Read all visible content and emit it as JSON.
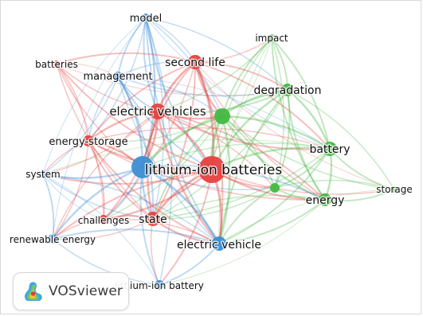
{
  "app": {
    "brand_logo_text": "VOSviewer"
  },
  "colors": {
    "background": "#ffffff",
    "red_cluster": "#e6413f",
    "green_cluster": "#45b842",
    "blue_cluster": "#3c8fd4"
  },
  "network": {
    "clusters": [
      {
        "id": "red",
        "color": "#e6413f"
      },
      {
        "id": "green",
        "color": "#45b842"
      },
      {
        "id": "blue",
        "color": "#3c8fd4"
      }
    ],
    "nodes": [
      {
        "id": "model",
        "label": "model",
        "cluster": "blue",
        "weight": 1
      },
      {
        "id": "batteries",
        "label": "batteries",
        "cluster": "red",
        "weight": 1
      },
      {
        "id": "management",
        "label": "management",
        "cluster": "blue",
        "weight": 1
      },
      {
        "id": "second_life",
        "label": "second life",
        "cluster": "red",
        "weight": 3
      },
      {
        "id": "impact",
        "label": "impact",
        "cluster": "green",
        "weight": 1
      },
      {
        "id": "degradation",
        "label": "degradation",
        "cluster": "green",
        "weight": 2
      },
      {
        "id": "electric_vehicles",
        "label": "electric vehicles",
        "cluster": "red",
        "weight": 3
      },
      {
        "id": "green_hub",
        "label": "",
        "cluster": "green",
        "weight": 3
      },
      {
        "id": "energy_storage",
        "label": "energy-storage",
        "cluster": "red",
        "weight": 1
      },
      {
        "id": "battery",
        "label": "battery",
        "cluster": "green",
        "weight": 2
      },
      {
        "id": "lithium_ion_batteries",
        "label": "lithium-ion batteries",
        "cluster": "red",
        "weight": 5
      },
      {
        "id": "blue_hub",
        "label": "",
        "cluster": "blue",
        "weight": 4
      },
      {
        "id": "system",
        "label": "system",
        "cluster": "blue",
        "weight": 1
      },
      {
        "id": "green_small",
        "label": "",
        "cluster": "green",
        "weight": 1
      },
      {
        "id": "storage",
        "label": "storage",
        "cluster": "green",
        "weight": 1
      },
      {
        "id": "energy",
        "label": "energy",
        "cluster": "green",
        "weight": 2
      },
      {
        "id": "challenges",
        "label": "challenges",
        "cluster": "red",
        "weight": 1
      },
      {
        "id": "state",
        "label": "state",
        "cluster": "red",
        "weight": 2
      },
      {
        "id": "renewable_energy",
        "label": "renewable energy",
        "cluster": "blue",
        "weight": 1
      },
      {
        "id": "electric_vehicle",
        "label": "electric vehicle",
        "cluster": "blue",
        "weight": 2
      },
      {
        "id": "lithium_ion_battery",
        "label": "lithium-ion battery",
        "cluster": "blue",
        "weight": 1
      }
    ],
    "links": [
      {
        "from": "model",
        "to": "management",
        "strength": 3
      },
      {
        "from": "model",
        "to": "blue_hub",
        "strength": 4
      },
      {
        "from": "model",
        "to": "electric_vehicles",
        "strength": 3
      },
      {
        "from": "model",
        "to": "second_life",
        "strength": 2
      },
      {
        "from": "model",
        "to": "lithium_ion_batteries",
        "strength": 3
      },
      {
        "from": "model",
        "to": "state",
        "strength": 2
      },
      {
        "from": "model",
        "to": "electric_vehicle",
        "strength": 3
      },
      {
        "from": "model",
        "to": "energy_storage",
        "strength": 2
      },
      {
        "from": "model",
        "to": "system",
        "strength": 1
      },
      {
        "from": "model",
        "to": "green_hub",
        "strength": 2
      },
      {
        "from": "model",
        "to": "battery",
        "strength": 1
      },
      {
        "from": "model",
        "to": "degradation",
        "strength": 2
      },
      {
        "from": "model",
        "to": "renewable_energy",
        "strength": 1
      },
      {
        "from": "model",
        "to": "lithium_ion_battery",
        "strength": 2
      },
      {
        "from": "batteries",
        "to": "electric_vehicles",
        "strength": 2
      },
      {
        "from": "batteries",
        "to": "second_life",
        "strength": 3
      },
      {
        "from": "batteries",
        "to": "lithium_ion_batteries",
        "strength": 3
      },
      {
        "from": "batteries",
        "to": "energy_storage",
        "strength": 2
      },
      {
        "from": "batteries",
        "to": "state",
        "strength": 2
      },
      {
        "from": "batteries",
        "to": "challenges",
        "strength": 1
      },
      {
        "from": "batteries",
        "to": "blue_hub",
        "strength": 2
      },
      {
        "from": "batteries",
        "to": "management",
        "strength": 1
      },
      {
        "from": "batteries",
        "to": "degradation",
        "strength": 1
      },
      {
        "from": "management",
        "to": "blue_hub",
        "strength": 4
      },
      {
        "from": "management",
        "to": "electric_vehicles",
        "strength": 3
      },
      {
        "from": "management",
        "to": "second_life",
        "strength": 2
      },
      {
        "from": "management",
        "to": "lithium_ion_batteries",
        "strength": 3
      },
      {
        "from": "management",
        "to": "state",
        "strength": 3
      },
      {
        "from": "management",
        "to": "electric_vehicle",
        "strength": 2
      },
      {
        "from": "management",
        "to": "system",
        "strength": 2
      },
      {
        "from": "management",
        "to": "energy_storage",
        "strength": 2
      },
      {
        "from": "management",
        "to": "green_hub",
        "strength": 2
      },
      {
        "from": "management",
        "to": "degradation",
        "strength": 2
      },
      {
        "from": "management",
        "to": "battery",
        "strength": 1
      },
      {
        "from": "second_life",
        "to": "electric_vehicles",
        "strength": 5
      },
      {
        "from": "second_life",
        "to": "lithium_ion_batteries",
        "strength": 5
      },
      {
        "from": "second_life",
        "to": "green_hub",
        "strength": 4
      },
      {
        "from": "second_life",
        "to": "degradation",
        "strength": 3
      },
      {
        "from": "second_life",
        "to": "impact",
        "strength": 2
      },
      {
        "from": "second_life",
        "to": "battery",
        "strength": 3
      },
      {
        "from": "second_life",
        "to": "energy",
        "strength": 2
      },
      {
        "from": "second_life",
        "to": "state",
        "strength": 3
      },
      {
        "from": "second_life",
        "to": "energy_storage",
        "strength": 3
      },
      {
        "from": "second_life",
        "to": "challenges",
        "strength": 2
      },
      {
        "from": "second_life",
        "to": "blue_hub",
        "strength": 3
      },
      {
        "from": "second_life",
        "to": "electric_vehicle",
        "strength": 3
      },
      {
        "from": "second_life",
        "to": "storage",
        "strength": 1
      },
      {
        "from": "impact",
        "to": "degradation",
        "strength": 3
      },
      {
        "from": "impact",
        "to": "green_hub",
        "strength": 3
      },
      {
        "from": "impact",
        "to": "battery",
        "strength": 3
      },
      {
        "from": "impact",
        "to": "energy",
        "strength": 3
      },
      {
        "from": "impact",
        "to": "electric_vehicles",
        "strength": 2
      },
      {
        "from": "impact",
        "to": "lithium_ion_batteries",
        "strength": 2
      },
      {
        "from": "impact",
        "to": "green_small",
        "strength": 2
      },
      {
        "from": "impact",
        "to": "electric_vehicle",
        "strength": 1
      },
      {
        "from": "impact",
        "to": "state",
        "strength": 1
      },
      {
        "from": "degradation",
        "to": "green_hub",
        "strength": 4
      },
      {
        "from": "degradation",
        "to": "battery",
        "strength": 4
      },
      {
        "from": "degradation",
        "to": "energy",
        "strength": 3
      },
      {
        "from": "degradation",
        "to": "electric_vehicles",
        "strength": 3
      },
      {
        "from": "degradation",
        "to": "lithium_ion_batteries",
        "strength": 4
      },
      {
        "from": "degradation",
        "to": "green_small",
        "strength": 3
      },
      {
        "from": "degradation",
        "to": "electric_vehicle",
        "strength": 3
      },
      {
        "from": "degradation",
        "to": "state",
        "strength": 2
      },
      {
        "from": "degradation",
        "to": "blue_hub",
        "strength": 2
      },
      {
        "from": "degradation",
        "to": "storage",
        "strength": 2
      },
      {
        "from": "electric_vehicles",
        "to": "green_hub",
        "strength": 4
      },
      {
        "from": "electric_vehicles",
        "to": "lithium_ion_batteries",
        "strength": 5
      },
      {
        "from": "electric_vehicles",
        "to": "energy_storage",
        "strength": 4
      },
      {
        "from": "electric_vehicles",
        "to": "blue_hub",
        "strength": 5
      },
      {
        "from": "electric_vehicles",
        "to": "state",
        "strength": 4
      },
      {
        "from": "electric_vehicles",
        "to": "challenges",
        "strength": 3
      },
      {
        "from": "electric_vehicles",
        "to": "battery",
        "strength": 3
      },
      {
        "from": "electric_vehicles",
        "to": "energy",
        "strength": 3
      },
      {
        "from": "electric_vehicles",
        "to": "electric_vehicle",
        "strength": 4
      },
      {
        "from": "electric_vehicles",
        "to": "system",
        "strength": 2
      },
      {
        "from": "electric_vehicles",
        "to": "renewable_energy",
        "strength": 2
      },
      {
        "from": "electric_vehicles",
        "to": "green_small",
        "strength": 2
      },
      {
        "from": "green_hub",
        "to": "lithium_ion_batteries",
        "strength": 5
      },
      {
        "from": "green_hub",
        "to": "battery",
        "strength": 4
      },
      {
        "from": "green_hub",
        "to": "energy",
        "strength": 4
      },
      {
        "from": "green_hub",
        "to": "green_small",
        "strength": 3
      },
      {
        "from": "green_hub",
        "to": "blue_hub",
        "strength": 4
      },
      {
        "from": "green_hub",
        "to": "electric_vehicle",
        "strength": 4
      },
      {
        "from": "green_hub",
        "to": "state",
        "strength": 3
      },
      {
        "from": "green_hub",
        "to": "energy_storage",
        "strength": 2
      },
      {
        "from": "green_hub",
        "to": "storage",
        "strength": 2
      },
      {
        "from": "green_hub",
        "to": "challenges",
        "strength": 2
      },
      {
        "from": "energy_storage",
        "to": "lithium_ion_batteries",
        "strength": 4
      },
      {
        "from": "energy_storage",
        "to": "blue_hub",
        "strength": 4
      },
      {
        "from": "energy_storage",
        "to": "state",
        "strength": 3
      },
      {
        "from": "energy_storage",
        "to": "challenges",
        "strength": 3
      },
      {
        "from": "energy_storage",
        "to": "system",
        "strength": 2
      },
      {
        "from": "energy_storage",
        "to": "renewable_energy",
        "strength": 2
      },
      {
        "from": "energy_storage",
        "to": "electric_vehicle",
        "strength": 3
      },
      {
        "from": "energy_storage",
        "to": "battery",
        "strength": 2
      },
      {
        "from": "energy_storage",
        "to": "energy",
        "strength": 2
      },
      {
        "from": "battery",
        "to": "energy",
        "strength": 4
      },
      {
        "from": "battery",
        "to": "storage",
        "strength": 3
      },
      {
        "from": "battery",
        "to": "green_small",
        "strength": 3
      },
      {
        "from": "battery",
        "to": "lithium_ion_batteries",
        "strength": 4
      },
      {
        "from": "battery",
        "to": "electric_vehicle",
        "strength": 3
      },
      {
        "from": "battery",
        "to": "blue_hub",
        "strength": 2
      },
      {
        "from": "battery",
        "to": "state",
        "strength": 2
      },
      {
        "from": "battery",
        "to": "system",
        "strength": 1
      },
      {
        "from": "lithium_ion_batteries",
        "to": "blue_hub",
        "strength": 5
      },
      {
        "from": "lithium_ion_batteries",
        "to": "state",
        "strength": 5
      },
      {
        "from": "lithium_ion_batteries",
        "to": "challenges",
        "strength": 4
      },
      {
        "from": "lithium_ion_batteries",
        "to": "energy",
        "strength": 4
      },
      {
        "from": "lithium_ion_batteries",
        "to": "electric_vehicle",
        "strength": 5
      },
      {
        "from": "lithium_ion_batteries",
        "to": "green_small",
        "strength": 3
      },
      {
        "from": "lithium_ion_batteries",
        "to": "system",
        "strength": 3
      },
      {
        "from": "lithium_ion_batteries",
        "to": "renewable_energy",
        "strength": 3
      },
      {
        "from": "lithium_ion_batteries",
        "to": "lithium_ion_battery",
        "strength": 3
      },
      {
        "from": "lithium_ion_batteries",
        "to": "storage",
        "strength": 2
      },
      {
        "from": "blue_hub",
        "to": "system",
        "strength": 4
      },
      {
        "from": "blue_hub",
        "to": "renewable_energy",
        "strength": 4
      },
      {
        "from": "blue_hub",
        "to": "electric_vehicle",
        "strength": 5
      },
      {
        "from": "blue_hub",
        "to": "state",
        "strength": 4
      },
      {
        "from": "blue_hub",
        "to": "challenges",
        "strength": 3
      },
      {
        "from": "blue_hub",
        "to": "lithium_ion_battery",
        "strength": 3
      },
      {
        "from": "blue_hub",
        "to": "energy",
        "strength": 3
      },
      {
        "from": "blue_hub",
        "to": "green_small",
        "strength": 2
      },
      {
        "from": "system",
        "to": "renewable_energy",
        "strength": 3
      },
      {
        "from": "system",
        "to": "state",
        "strength": 2
      },
      {
        "from": "system",
        "to": "electric_vehicle",
        "strength": 2
      },
      {
        "from": "system",
        "to": "challenges",
        "strength": 1
      },
      {
        "from": "system",
        "to": "lithium_ion_battery",
        "strength": 1
      },
      {
        "from": "green_small",
        "to": "energy",
        "strength": 3
      },
      {
        "from": "green_small",
        "to": "storage",
        "strength": 2
      },
      {
        "from": "green_small",
        "to": "electric_vehicle",
        "strength": 3
      },
      {
        "from": "green_small",
        "to": "state",
        "strength": 2
      },
      {
        "from": "energy",
        "to": "storage",
        "strength": 3
      },
      {
        "from": "energy",
        "to": "electric_vehicle",
        "strength": 3
      },
      {
        "from": "energy",
        "to": "state",
        "strength": 2
      },
      {
        "from": "energy",
        "to": "lithium_ion_battery",
        "strength": 1
      },
      {
        "from": "storage",
        "to": "electric_vehicle",
        "strength": 1
      },
      {
        "from": "challenges",
        "to": "state",
        "strength": 3
      },
      {
        "from": "challenges",
        "to": "renewable_energy",
        "strength": 2
      },
      {
        "from": "challenges",
        "to": "electric_vehicle",
        "strength": 2
      },
      {
        "from": "state",
        "to": "electric_vehicle",
        "strength": 4
      },
      {
        "from": "state",
        "to": "renewable_energy",
        "strength": 2
      },
      {
        "from": "state",
        "to": "lithium_ion_battery",
        "strength": 2
      },
      {
        "from": "renewable_energy",
        "to": "electric_vehicle",
        "strength": 3
      },
      {
        "from": "renewable_energy",
        "to": "lithium_ion_battery",
        "strength": 2
      },
      {
        "from": "electric_vehicle",
        "to": "lithium_ion_battery",
        "strength": 3
      }
    ]
  }
}
